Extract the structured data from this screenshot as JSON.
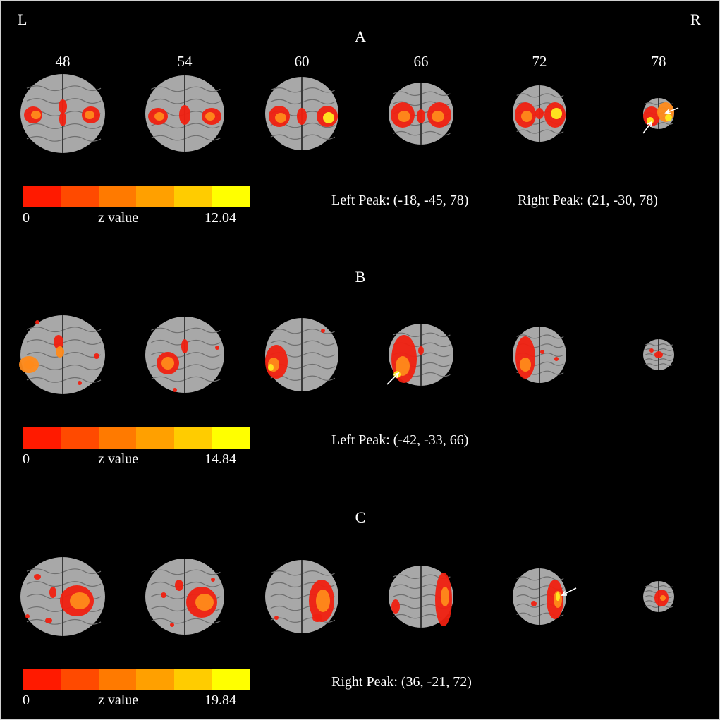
{
  "hemisphere": {
    "left": "L",
    "right": "R"
  },
  "slices": [
    "48",
    "54",
    "60",
    "66",
    "72",
    "78"
  ],
  "colorbar_colors": [
    "#ff1a00",
    "#ff4a00",
    "#ff7a00",
    "#ffa000",
    "#ffcc00",
    "#ffff00"
  ],
  "brain_colors": {
    "gray": "#a8a8a8",
    "dark_gray": "#6f6f6f",
    "red": "#f02010",
    "orange": "#ff8a1a",
    "yellow": "#ffea20"
  },
  "panels": [
    {
      "label": "A",
      "peak_left": "Left Peak: (-18, -45, 78)",
      "peak_right": "Right Peak: (21, -30, 78)",
      "min_label": "0",
      "axis_label": "z value",
      "max_label": "12.04",
      "z_max": 12.04
    },
    {
      "label": "B",
      "peak_left": "Left Peak: (-42, -33, 66)",
      "peak_right": "",
      "min_label": "0",
      "axis_label": "z value",
      "max_label": "14.84",
      "z_max": 14.84
    },
    {
      "label": "C",
      "peak_left": "",
      "peak_right": "Right Peak: (36, -21, 72)",
      "min_label": "0",
      "axis_label": "z value",
      "max_label": "19.84",
      "z_max": 19.84
    }
  ]
}
